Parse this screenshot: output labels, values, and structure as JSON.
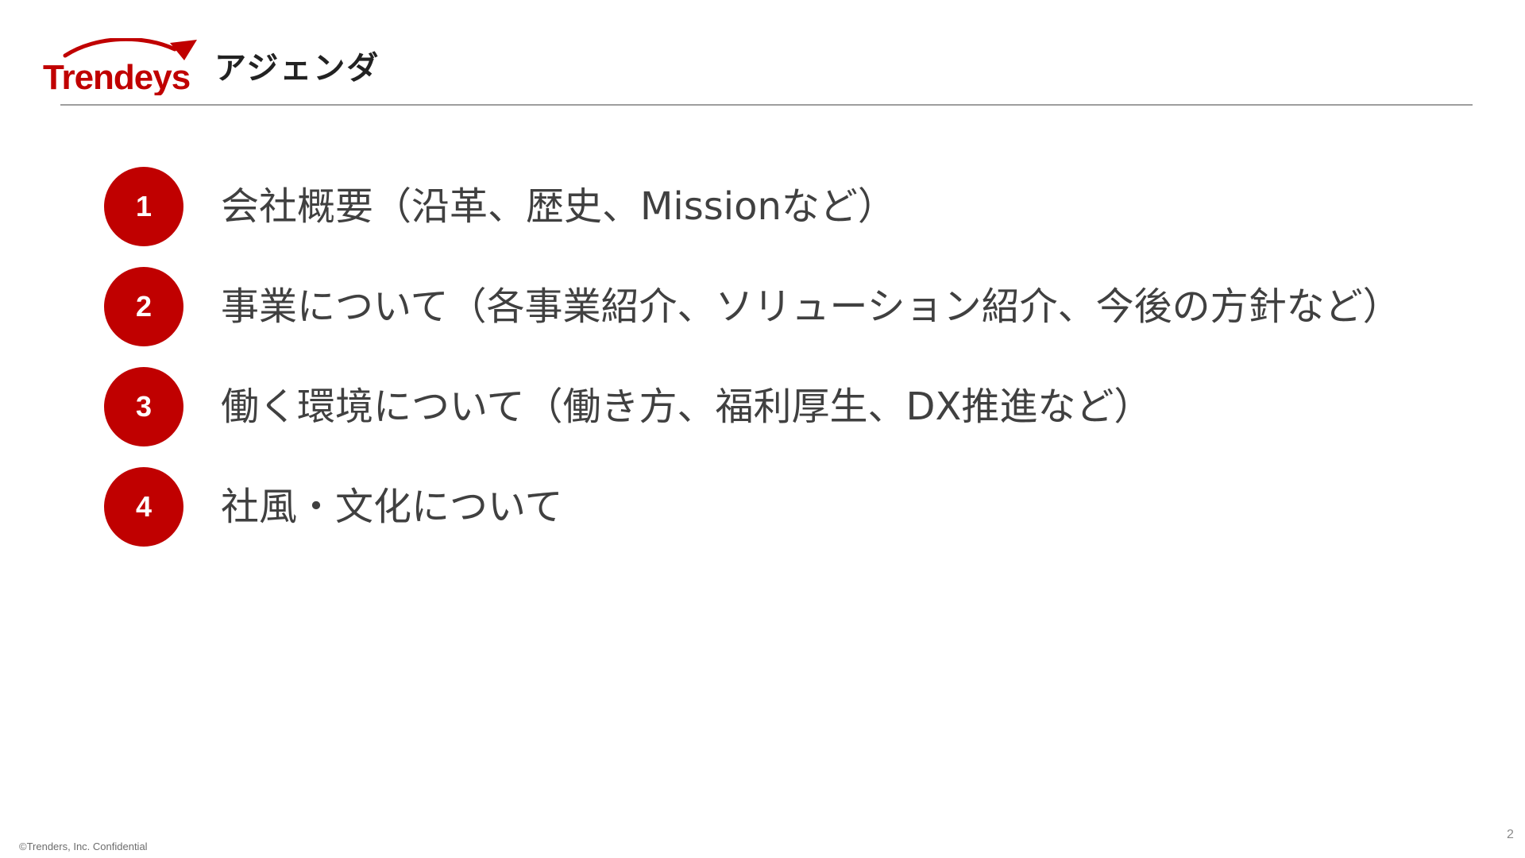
{
  "header": {
    "logo_text": "Trendeys",
    "title": "アジェンダ"
  },
  "brand": {
    "accent_color": "#c00000",
    "text_color": "#404040"
  },
  "agenda": {
    "items": [
      {
        "number": "1",
        "text": "会社概要（沿革、歴史、Missionなど）"
      },
      {
        "number": "2",
        "text": "事業について（各事業紹介、ソリューション紹介、今後の方針など）"
      },
      {
        "number": "3",
        "text": "働く環境について（働き方、福利厚生、DX推進など）"
      },
      {
        "number": "4",
        "text": "社風・文化について"
      }
    ]
  },
  "footer": {
    "copyright": "©Trenders, Inc.  Confidential",
    "page_number": "2"
  }
}
